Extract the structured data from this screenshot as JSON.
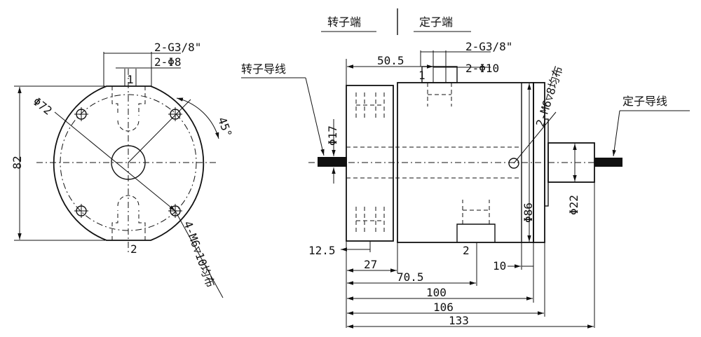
{
  "headers": {
    "rotor_end": "转子端",
    "stator_end": "定子端"
  },
  "front_view": {
    "port_thread": "2-G3/8\"",
    "port_diameter": "2-Φ8",
    "port_1": "1",
    "port_2": "2",
    "bolt_circle": "Φ72",
    "angle": "45°",
    "height": "82",
    "holes": "4-M6▽10均布"
  },
  "side_view": {
    "rotor_lead": "转子导线",
    "stator_lead": "定子导线",
    "port_thread": "2-G3/8\"",
    "port_diameter": "2-Φ10",
    "port_1": "1",
    "port_2": "2",
    "dim_50_5": "50.5",
    "rotor_diameter": "Φ17",
    "holes": "2-M6▽8均布",
    "body_diameter": "Φ86",
    "stator_diameter": "Φ22",
    "dim_12_5": "12.5",
    "dim_27": "27",
    "dim_10": "10",
    "dim_70_5": "70.5",
    "dim_100": "100",
    "dim_106": "106",
    "dim_133": "133"
  }
}
